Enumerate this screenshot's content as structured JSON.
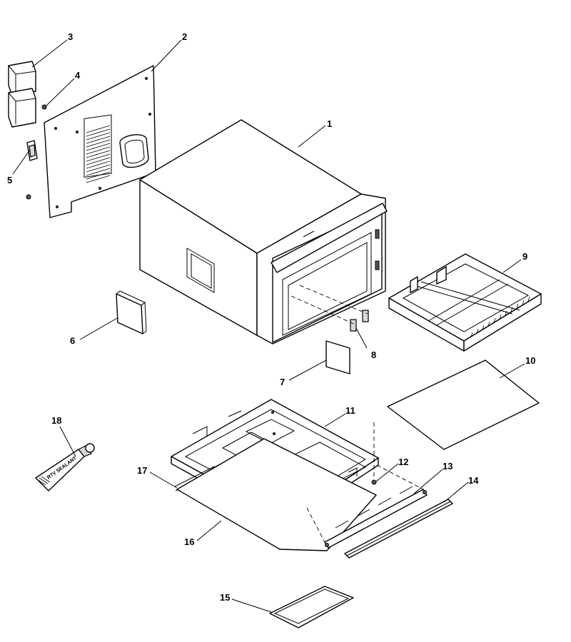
{
  "callouts": [
    {
      "id": "1",
      "label": "1"
    },
    {
      "id": "2",
      "label": "2"
    },
    {
      "id": "3",
      "label": "3"
    },
    {
      "id": "4",
      "label": "4"
    },
    {
      "id": "5",
      "label": "5"
    },
    {
      "id": "6",
      "label": "6"
    },
    {
      "id": "7",
      "label": "7"
    },
    {
      "id": "8",
      "label": "8"
    },
    {
      "id": "9",
      "label": "9"
    },
    {
      "id": "10",
      "label": "10"
    },
    {
      "id": "11",
      "label": "11"
    },
    {
      "id": "12",
      "label": "12"
    },
    {
      "id": "13",
      "label": "13"
    },
    {
      "id": "14",
      "label": "14"
    },
    {
      "id": "15",
      "label": "15"
    },
    {
      "id": "16",
      "label": "16"
    },
    {
      "id": "17",
      "label": "17"
    },
    {
      "id": "18",
      "label": "18"
    }
  ],
  "sealant_tube_text": "RTV SEALANT",
  "colors": {
    "line": "#000000",
    "background": "#ffffff",
    "shade": "#d8d8d8"
  }
}
